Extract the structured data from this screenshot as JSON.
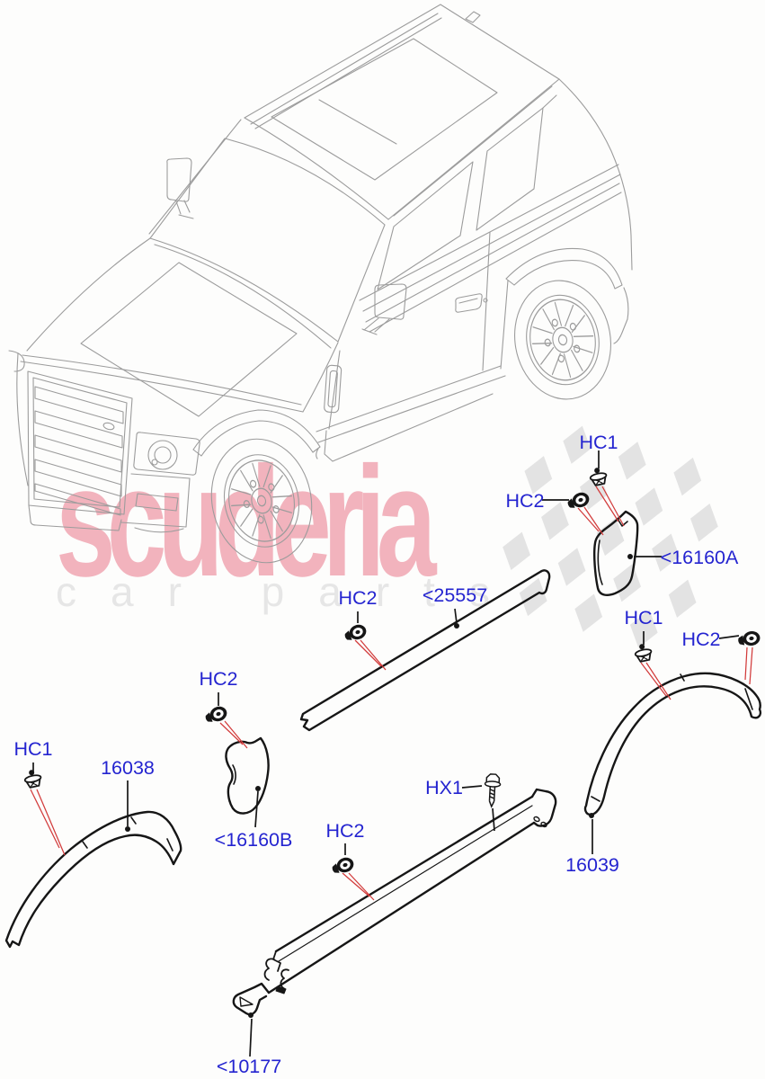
{
  "watermark": {
    "brand": "scuderia",
    "subtitle": "car parts"
  },
  "colors": {
    "label_blue": "#2424d0",
    "leader_red": "#d23b3b",
    "part_black": "#161616",
    "car_line_gray": "#9c9c9c",
    "brand_pink": "#f2b3bd",
    "subtitle_gray": "#e6e6e6",
    "flag_gray": "#e3e3e3",
    "background": "#fdfdfc"
  },
  "callouts": {
    "rear_mudflap_group": {
      "clip1": "HC1",
      "clip2": "HC2",
      "part": "<16160A"
    },
    "door_moulding_group": {
      "clip": "HC2",
      "part": "<25557"
    },
    "front_mudflap_group": {
      "clip": "HC2",
      "part": "<16160B"
    },
    "front_arch_group": {
      "clip": "HC1",
      "part": "16038"
    },
    "sill_group": {
      "screw": "HX1",
      "clip": "HC2",
      "part": "<10177"
    },
    "rear_arch_group": {
      "clip1": "HC1",
      "clip2": "HC2",
      "part": "16039"
    }
  }
}
